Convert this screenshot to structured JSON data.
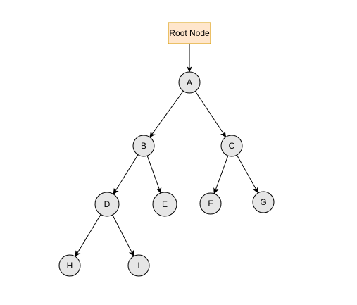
{
  "diagram": {
    "root": {
      "label": "Root Node",
      "fill": "#ffe6cc",
      "stroke": "#d79b00"
    },
    "node_style": {
      "fill": "#e6e6e6",
      "stroke": "#000000"
    },
    "nodes": [
      {
        "id": "A",
        "label": "A"
      },
      {
        "id": "B",
        "label": "B"
      },
      {
        "id": "C",
        "label": "C"
      },
      {
        "id": "D",
        "label": "D"
      },
      {
        "id": "E",
        "label": "E"
      },
      {
        "id": "F",
        "label": "F"
      },
      {
        "id": "G",
        "label": "G"
      },
      {
        "id": "H",
        "label": "H"
      },
      {
        "id": "I",
        "label": "I"
      }
    ],
    "edges": [
      {
        "from": "root",
        "to": "A"
      },
      {
        "from": "A",
        "to": "B"
      },
      {
        "from": "A",
        "to": "C"
      },
      {
        "from": "B",
        "to": "D"
      },
      {
        "from": "B",
        "to": "E"
      },
      {
        "from": "C",
        "to": "F"
      },
      {
        "from": "C",
        "to": "G"
      },
      {
        "from": "D",
        "to": "H"
      },
      {
        "from": "D",
        "to": "I"
      }
    ]
  }
}
